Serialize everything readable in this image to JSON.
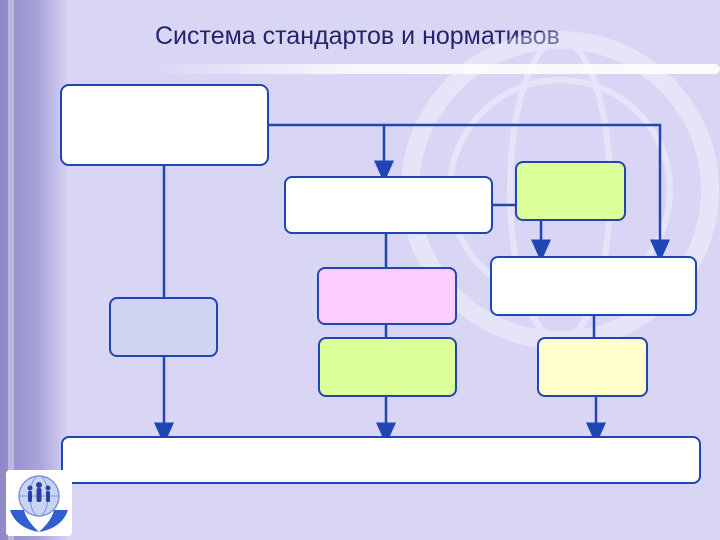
{
  "slide": {
    "title": "Система стандартов и нормативов"
  },
  "diagram": {
    "connector_color": "#1f46b4",
    "box_border_color": "#1f46b4",
    "boxes": [
      {
        "id": "top-left-box",
        "fill": "#ffffff",
        "label": ""
      },
      {
        "id": "center-box",
        "fill": "#ffffff",
        "label": ""
      },
      {
        "id": "green-top-box",
        "fill": "#ddff99",
        "label": ""
      },
      {
        "id": "right-box",
        "fill": "#ffffff",
        "label": ""
      },
      {
        "id": "lavender-box",
        "fill": "#d0d3f2",
        "label": ""
      },
      {
        "id": "pink-box",
        "fill": "#ffccff",
        "label": ""
      },
      {
        "id": "green-bottom-box",
        "fill": "#ddff99",
        "label": ""
      },
      {
        "id": "cream-box",
        "fill": "#ffffcc",
        "label": ""
      },
      {
        "id": "bottom-bar-box",
        "fill": "#ffffff",
        "label": ""
      }
    ]
  },
  "logo": {
    "icon": "hands-holding-globe-with-people-icon",
    "colors": {
      "hands": "#2f5fd0",
      "globe": "#9ab0e6",
      "people": "#2a3fa0"
    }
  }
}
